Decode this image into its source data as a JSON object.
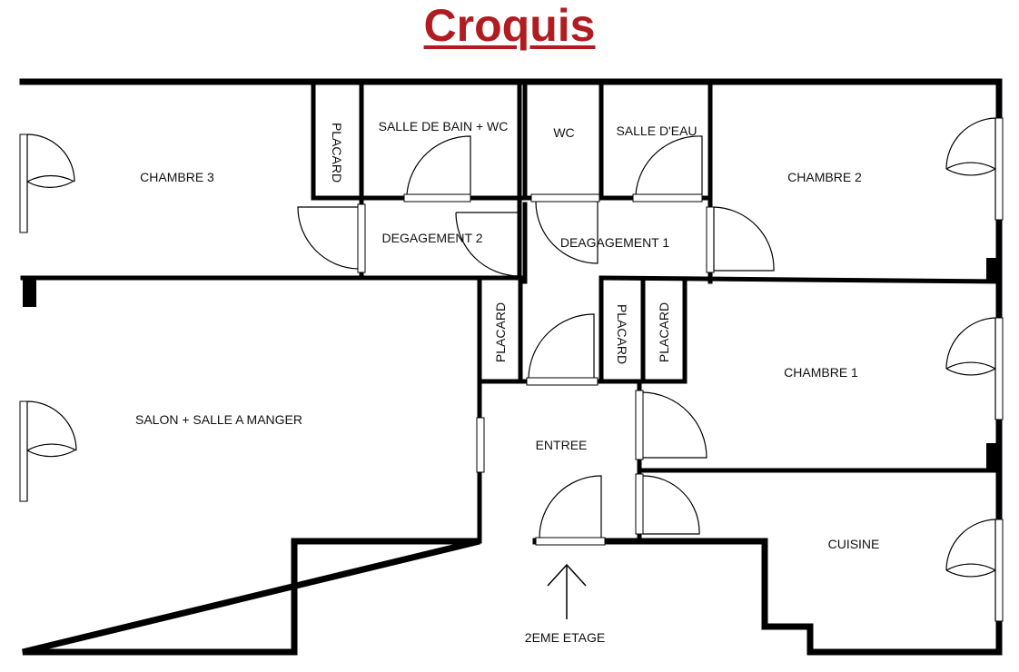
{
  "title": "Croquis",
  "colors": {
    "title": "#b01c20",
    "walls": "#000000",
    "background": "#ffffff"
  },
  "rooms": {
    "chambre3": "CHAMBRE 3",
    "placard_top": "PLACARD",
    "salle_de_bain": "SALLE DE BAIN + WC",
    "wc": "WC",
    "salle_deau": "SALLE D'EAU",
    "chambre2": "CHAMBRE 2",
    "degagement2": "DEGAGEMENT 2",
    "degagement1": "DEAGAGEMENT 1",
    "placard_left": "PLACARD",
    "placard_mid": "PLACARD",
    "placard_right": "PLACARD",
    "chambre1": "CHAMBRE 1",
    "salon": "SALON + SALLE A MANGER",
    "entree": "ENTREE",
    "cuisine": "CUISINE",
    "etage": "2EME ETAGE"
  },
  "icons": {
    "entry_arrow": "up-arrow-icon"
  }
}
